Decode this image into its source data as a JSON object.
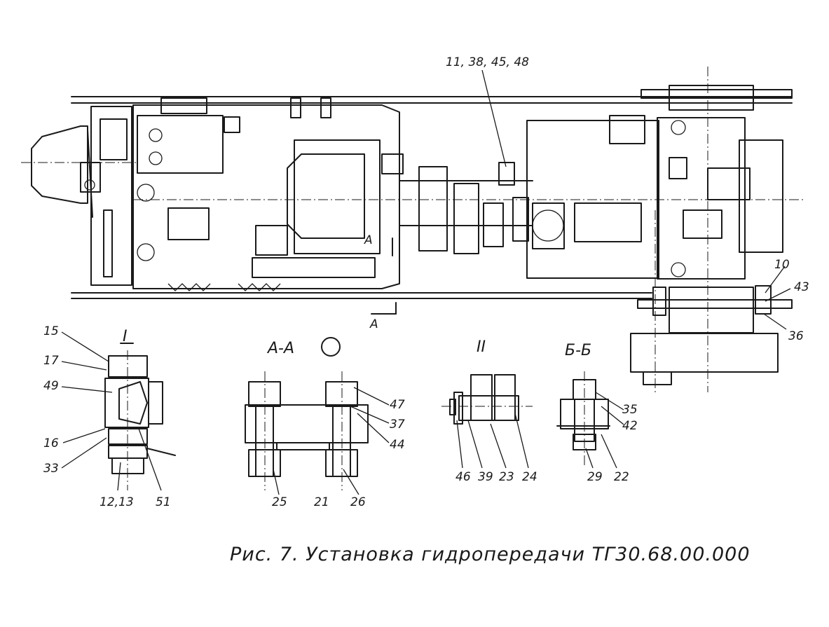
{
  "drawing": {
    "caption": "Рис. 7. Установка гидропередачи ТГ30.68.00.000",
    "callout_top": "11, 38, 45, 48",
    "section_mark": "А",
    "callouts_right": [
      "10",
      "43",
      "36"
    ]
  },
  "views": {
    "detail_1": {
      "title": "I",
      "labels": [
        "15",
        "17",
        "49",
        "16",
        "33",
        "12,13",
        "51"
      ]
    },
    "section_aa": {
      "title": "А-А",
      "labels": [
        "47",
        "37",
        "44",
        "25",
        "21",
        "26"
      ]
    },
    "detail_2": {
      "title": "II",
      "labels": [
        "46",
        "39",
        "23",
        "24"
      ]
    },
    "section_bb": {
      "title": "Б-Б",
      "labels": [
        "35",
        "42",
        "29",
        "22"
      ]
    }
  }
}
